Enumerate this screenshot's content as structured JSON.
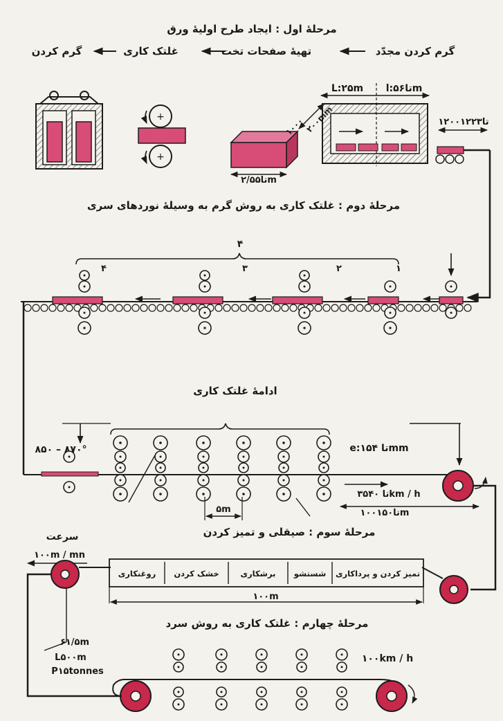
{
  "colors": {
    "ink": "#1c1c1c",
    "metal": "#d84c78",
    "coil": "#c8284a",
    "paper": "#f4f2ec",
    "hatch": "#8a8a8a"
  },
  "stage1": {
    "title": "مرحلهٔ اول : ایجاد طرح اولیهٔ ورق",
    "flow": [
      "گرم کردن",
      "غلتک کاری",
      "تهیهٔ صفحات تخت",
      "گرم کردن مجدّد"
    ],
    "slab_dims": [
      "۱۰۰۰",
      "۲۰۰mm"
    ],
    "slab_length": "۲/۵تا۵m",
    "furnace_L": "L:۲۵m",
    "furnace_l": "l:۵تا۶m",
    "temp": "۱۲۰۰تا۱۲۲۳"
  },
  "stage2": {
    "title": "مرحلهٔ دوم : غلتک کاری به روش گرم به وسیلهٔ نوردهای سری",
    "group_count": "۴",
    "stands": [
      "۱",
      "۲",
      "۳",
      "۴"
    ]
  },
  "stage2b": {
    "title": "ادامهٔ غلتک کاری",
    "temp": "۸۵۰ – ۸۷۰°",
    "thickness": "e:۱۵تا ۴mm",
    "speed": "۳۵تا ۴۰km / h",
    "length": "۱۰۰تا۱۵۰m",
    "gap": "۵m",
    "stand_count": "۶"
  },
  "stage3": {
    "title": "مرحلهٔ سوم : صیقلی و تمیز کردن",
    "speed_label": "سرعت",
    "speed": "۱۰۰m / mn",
    "boxes": [
      "روغنکاری",
      "خشک کردن",
      "برشکاری",
      "شستشو",
      "تمیز کردن و پرداکاری"
    ],
    "length": "۱۰۰m"
  },
  "stage4": {
    "title": "مرحلهٔ چهارم : غلتک کاری به روش سرد",
    "coil_diameter": "۶۱/۵m",
    "coil_length": "L۵۰۰m",
    "coil_weight": "P۱۵tonnes",
    "speed": "۱۰۰km / h",
    "stand_count": "۵"
  }
}
